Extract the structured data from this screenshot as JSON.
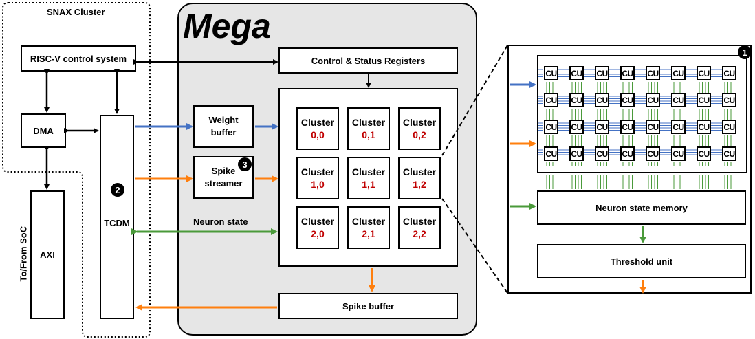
{
  "snax_cluster_label": "SNAX Cluster",
  "mega_title": "Mega",
  "risc_v": "RISC-V control system",
  "dma": "DMA",
  "tcdm": "TCDM",
  "axi": "AXI",
  "to_from_soc": "To/From SoC",
  "control_status": "Control & Status Registers",
  "weight_buffer": [
    "Weight",
    "buffer"
  ],
  "spike_streamer": [
    "Spike",
    "streamer"
  ],
  "neuron_state_label": "Neuron state",
  "spike_buffer": "Spike buffer",
  "cluster_word": "Cluster",
  "clusters": [
    "0,0",
    "0,1",
    "0,2",
    "1,0",
    "1,1",
    "1,2",
    "2,0",
    "2,1",
    "2,2"
  ],
  "cu_label": "CU",
  "neuron_state_memory": "Neuron state memory",
  "threshold_unit": "Threshold unit",
  "badges": [
    "1",
    "2",
    "3"
  ],
  "colors": {
    "blue": "#4472c4",
    "orange": "#ff7f0e",
    "green": "#4a9a3a",
    "mega_bg": "#e6e6e6",
    "cluster_id": "#c00000"
  }
}
